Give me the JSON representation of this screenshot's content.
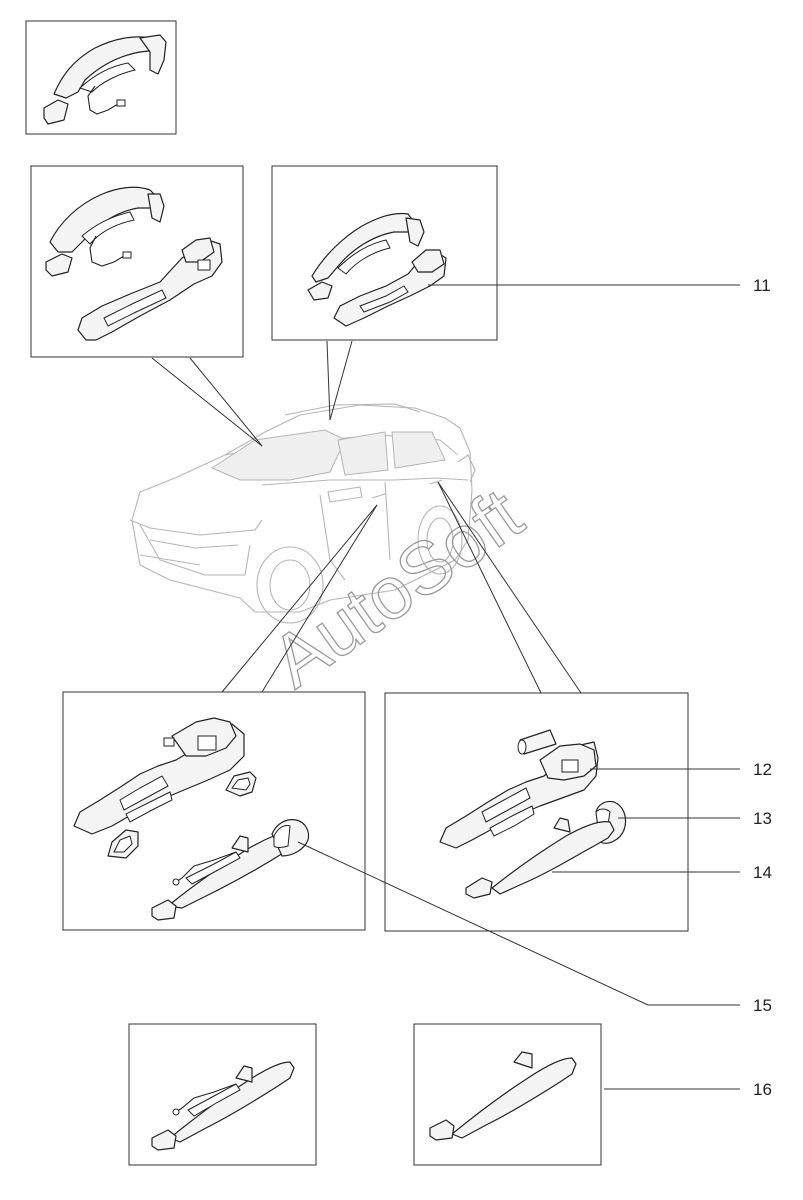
{
  "watermark": "AutoSoft",
  "callouts": [
    {
      "id": "callout-11",
      "label": "11"
    },
    {
      "id": "callout-12",
      "label": "12"
    },
    {
      "id": "callout-13",
      "label": "13"
    },
    {
      "id": "callout-14",
      "label": "14"
    },
    {
      "id": "callout-15",
      "label": "15"
    },
    {
      "id": "callout-16",
      "label": "16"
    }
  ]
}
